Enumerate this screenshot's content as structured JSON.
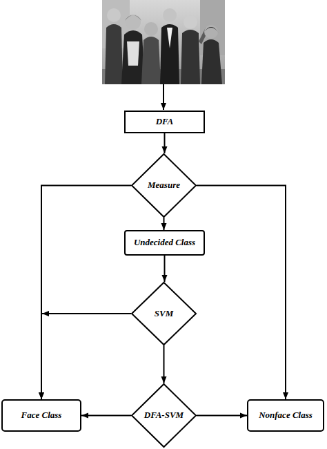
{
  "diagram": {
    "nodes": [
      {
        "text": [
          "DFA"
        ]
      },
      {
        "text": [
          "Measure"
        ]
      },
      {
        "text": [
          "Undecided Class"
        ]
      },
      {
        "text": [
          "SVM"
        ]
      },
      {
        "text": [
          "Face Class"
        ]
      },
      {
        "text": [
          "DFA-SVM"
        ]
      },
      {
        "text": [
          "Nonface Class"
        ]
      }
    ],
    "edges": [
      {
        "from": 0,
        "to": 1,
        "arrow": "to"
      },
      {
        "from": 1,
        "to": 2,
        "arrow": "to"
      },
      {
        "from": 1,
        "to": 4,
        "arrow": "to"
      },
      {
        "from": 1,
        "to": 6,
        "arrow": "to"
      },
      {
        "from": 2,
        "to": 3,
        "arrow": "to"
      },
      {
        "from": 3,
        "to": 4,
        "arrow": "to"
      },
      {
        "from": 3,
        "to": 5,
        "arrow": "to"
      },
      {
        "from": 5,
        "to": 4,
        "arrow": "to"
      },
      {
        "from": 5,
        "to": 6,
        "arrow": "to"
      }
    ]
  }
}
